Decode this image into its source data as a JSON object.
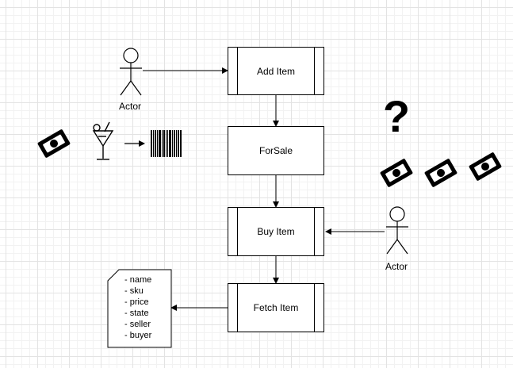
{
  "nodes": {
    "add_item": "Add Item",
    "for_sale": "ForSale",
    "buy_item": "Buy Item",
    "fetch_item": "Fetch Item"
  },
  "actors": {
    "top": "Actor",
    "right": "Actor"
  },
  "decorations": {
    "question": "?",
    "money_icon": "banknote-icon",
    "drink_icon": "cocktail-icon",
    "barcode_icon": "barcode-icon"
  },
  "document": {
    "fields": [
      "- name",
      "- sku",
      "- price",
      "- state",
      "- seller",
      "- buyer"
    ]
  }
}
